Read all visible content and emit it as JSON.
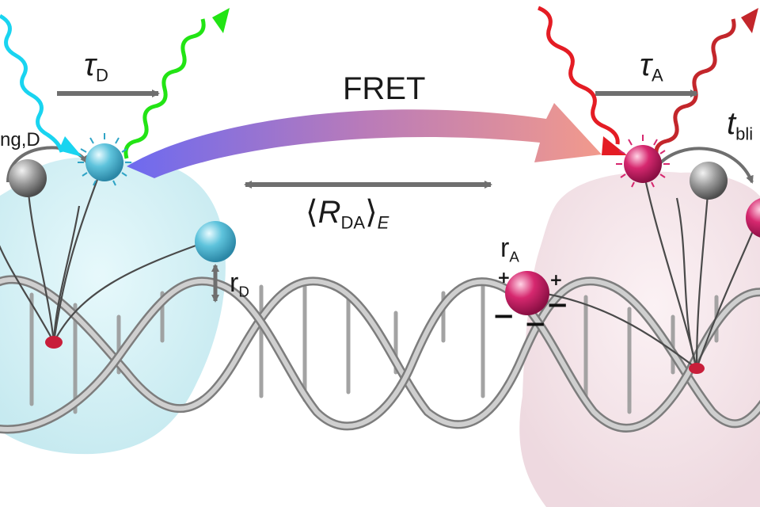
{
  "labels": {
    "fret": "FRET",
    "tau_d": {
      "symbol": "τ",
      "sub": "D"
    },
    "tau_a": {
      "symbol": "τ",
      "sub": "A"
    },
    "rda": {
      "open": "⟨",
      "symbol": "R",
      "sub": "DA",
      "close": "⟩",
      "subscript2": "E"
    },
    "r_d": {
      "symbol": "r",
      "sub": "D"
    },
    "r_a": {
      "symbol": "r",
      "sub": "A"
    },
    "k_link_d_partial": "ng,D",
    "t_blink_partial": {
      "symbol": "t",
      "sub": "bli"
    }
  },
  "charges": [
    "+",
    "+",
    "−",
    "−",
    "−"
  ],
  "colors": {
    "donor": "#5ec3dc",
    "donor_cloud": "#cdeef3",
    "acceptor": "#d6286f",
    "acceptor_cloud": "#f5e3e8",
    "excitation_donor": "#19d4f0",
    "emission_donor": "#22e414",
    "excitation_acceptor": "#e41c24",
    "emission_acceptor": "#c3262b",
    "dna": "#a6a6a6",
    "arrow_gray": "#6f6f6f",
    "fret_gradient": [
      "#6d6af0",
      "#b97bb9",
      "#f29a8c"
    ]
  },
  "icons": {
    "donor_sphere": "sphere-icon",
    "acceptor_sphere": "sphere-icon",
    "dark_state_sphere": "sphere-icon"
  }
}
